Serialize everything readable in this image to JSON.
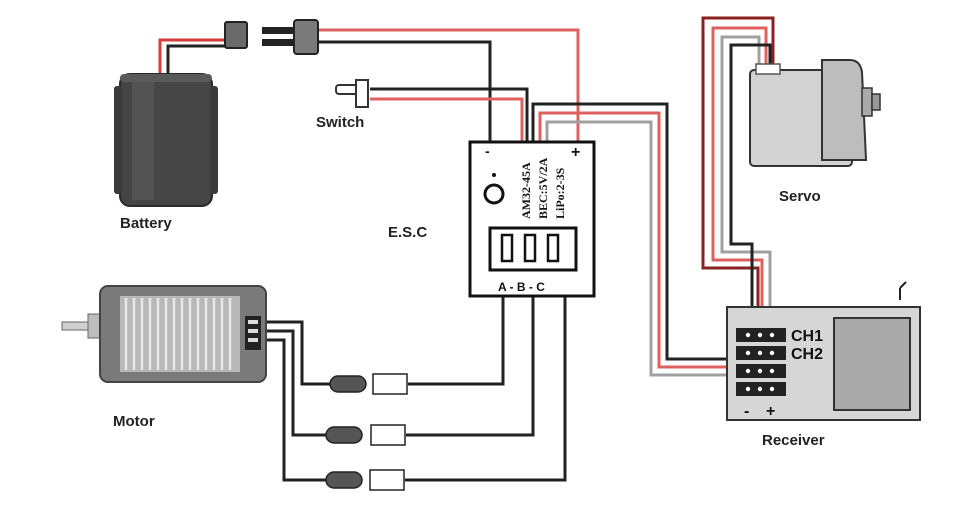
{
  "labels": {
    "battery": "Battery",
    "switch": "Switch",
    "esc": "E.S.C",
    "motor": "Motor",
    "servo": "Servo",
    "receiver": "Receiver"
  },
  "esc": {
    "spec_lines": [
      "AM32-45A",
      "BEC:5V/2A",
      "LiPo:2-3S"
    ],
    "minus": "-",
    "plus": "+",
    "phases": "A - B - C"
  },
  "receiver": {
    "ch1": "CH1",
    "ch2": "CH2",
    "minus": "-",
    "plus": "+"
  },
  "colors": {
    "red_wire": "#e06060",
    "black_wire": "#222222",
    "gray_wire": "#a0a0a0",
    "dark_red_wire": "#8b2222",
    "battery_body": "#4a4a4a",
    "servo_body": "#cfcfcf",
    "motor_body": "#8a8a8a"
  }
}
